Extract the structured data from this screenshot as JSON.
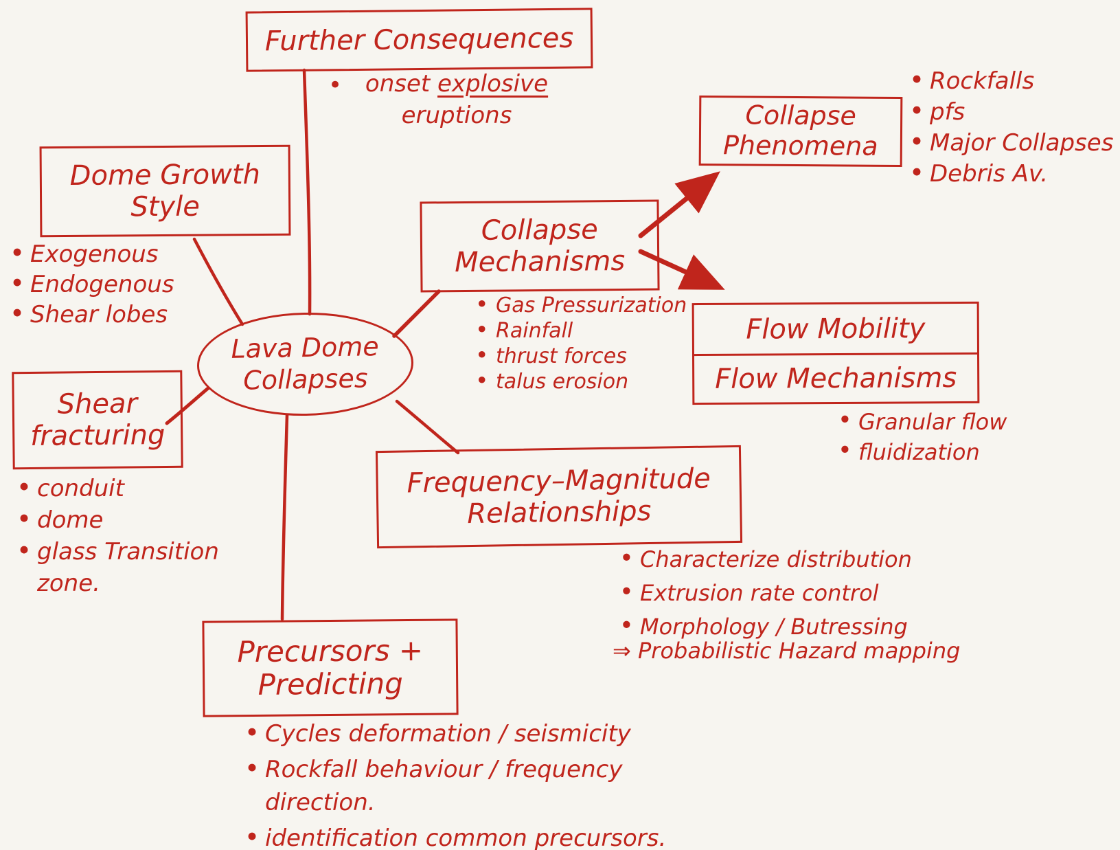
{
  "palette": {
    "ink": "#c0251c",
    "paper": "#f7f5f0"
  },
  "center": {
    "line1": "Lava Dome",
    "line2": "Collapses"
  },
  "nodes": {
    "further_consequences": {
      "title": "Further Consequences",
      "bullet": {
        "pre": "onset",
        "underlined": "explosive",
        "post": "eruptions"
      }
    },
    "dome_growth_style": {
      "title_line1": "Dome Growth",
      "title_line2": "Style",
      "bullets": [
        "Exogenous",
        "Endogenous",
        "Shear lobes"
      ]
    },
    "shear_fracturing": {
      "title_line1": "Shear",
      "title_line2": "fracturing",
      "bullets": [
        "conduit",
        "dome",
        "glass Transition zone."
      ]
    },
    "collapse_mechanisms": {
      "title_line1": "Collapse",
      "title_line2": "Mechanisms",
      "bullets": [
        "Gas Pressurization",
        "Rainfall",
        "thrust forces",
        "talus erosion"
      ]
    },
    "collapse_phenomena": {
      "title_line1": "Collapse",
      "title_line2": "Phenomena",
      "bullets": [
        "Rockfalls",
        "pfs",
        "Major Collapses",
        "Debris Av."
      ]
    },
    "flow": {
      "title_line1": "Flow Mobility",
      "title_line2": "Flow Mechanisms",
      "bullets": [
        "Granular flow",
        "fluidization"
      ]
    },
    "frequency_magnitude": {
      "title_line1": "Frequency–Magnitude",
      "title_line2": "Relationships",
      "bullets": [
        "Characterize distribution",
        "Extrusion rate control",
        "Morphology / Butressing"
      ],
      "arrow_line": "⇒  Probabilistic Hazard mapping"
    },
    "precursors": {
      "title_line1": "Precursors +",
      "title_line2": "Predicting",
      "bullets": [
        "Cycles deformation / seismicity",
        "Rockfall behaviour / frequency direction.",
        "identification common precursors."
      ]
    }
  }
}
